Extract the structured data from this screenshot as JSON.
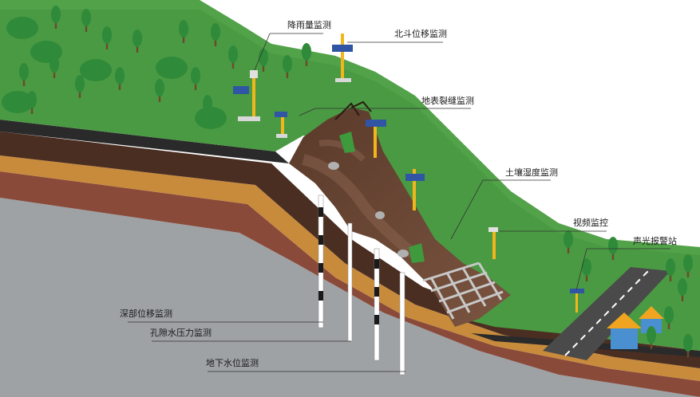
{
  "labels": {
    "rainfall": "降雨量监测",
    "beidou": "北斗位移监测",
    "crack": "地表裂缝监测",
    "soil": "土壤湿度监测",
    "video": "视频监控",
    "alarm": "声光报警站",
    "deep": "深部位移监测",
    "pore": "孔隙水压力监测",
    "groundwater": "地下水位监测"
  },
  "colors": {
    "grass": "#4a9a43",
    "landslide": "#6b4632",
    "road": "#4a4a4a",
    "pole": "#f2b51c",
    "solar_panel": "#2f55a4",
    "house": "#4a8fd0",
    "house_roof": "#f0a420"
  }
}
